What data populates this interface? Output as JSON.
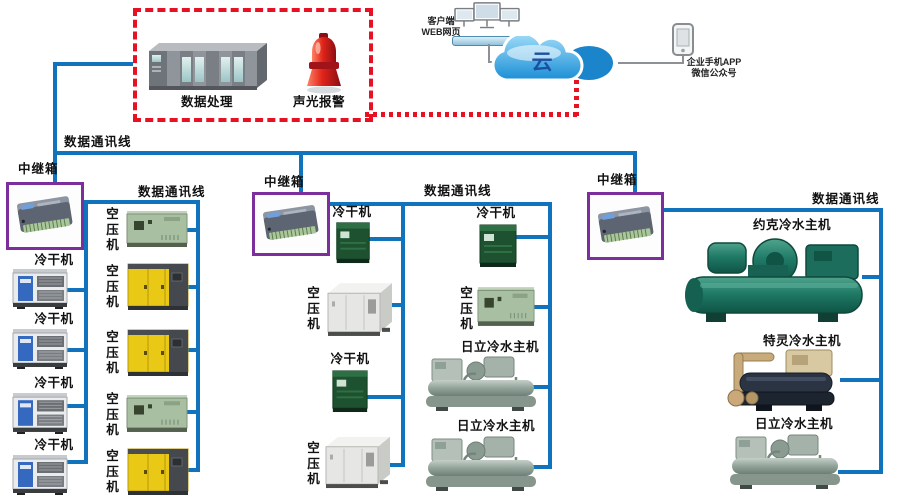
{
  "colors": {
    "bus_line_blue": "#1273bd",
    "relay_border_purple": "#7c2f9c",
    "alarm_red": "#e81123"
  },
  "control_room": {
    "data_processing_label": "数据处理",
    "alarm_label": "声光报警"
  },
  "cloud_section": {
    "client_label_1": "客户端",
    "client_label_2": "WEB网页",
    "cloud_text": "云",
    "phone_label_1": "企业手机APP",
    "phone_label_2": "微信公众号"
  },
  "bus_labels": {
    "main": "数据通讯线",
    "left_group": "数据通讯线",
    "middle_group": "数据通讯线",
    "right_group": "数据通讯线"
  },
  "relay_boxes": [
    {
      "label": "中继箱"
    },
    {
      "label": "中继箱"
    },
    {
      "label": "中继箱"
    }
  ],
  "left_dryers": {
    "machines": [
      {
        "label": "冷干机"
      },
      {
        "label": "冷干机"
      },
      {
        "label": "冷干机"
      },
      {
        "label": "冷干机"
      }
    ]
  },
  "left_compressors": {
    "machines": [
      {
        "label": "空压机"
      },
      {
        "label": "空压机"
      },
      {
        "label": "空压机"
      },
      {
        "label": "空压机"
      },
      {
        "label": "空压机"
      }
    ]
  },
  "middle_column_a": {
    "machines": [
      {
        "label": "冷干机"
      },
      {
        "label": "空压机"
      },
      {
        "label": "冷干机"
      },
      {
        "label": "空压机"
      }
    ]
  },
  "middle_column_b": {
    "machines": [
      {
        "label": "冷干机"
      },
      {
        "label": "空压机"
      },
      {
        "label": "日立冷水主机"
      },
      {
        "label": "日立冷水主机"
      }
    ]
  },
  "right_chillers": {
    "machines": [
      {
        "label": "约克冷水主机"
      },
      {
        "label": "特灵冷水主机"
      },
      {
        "label": "日立冷水主机"
      }
    ]
  }
}
